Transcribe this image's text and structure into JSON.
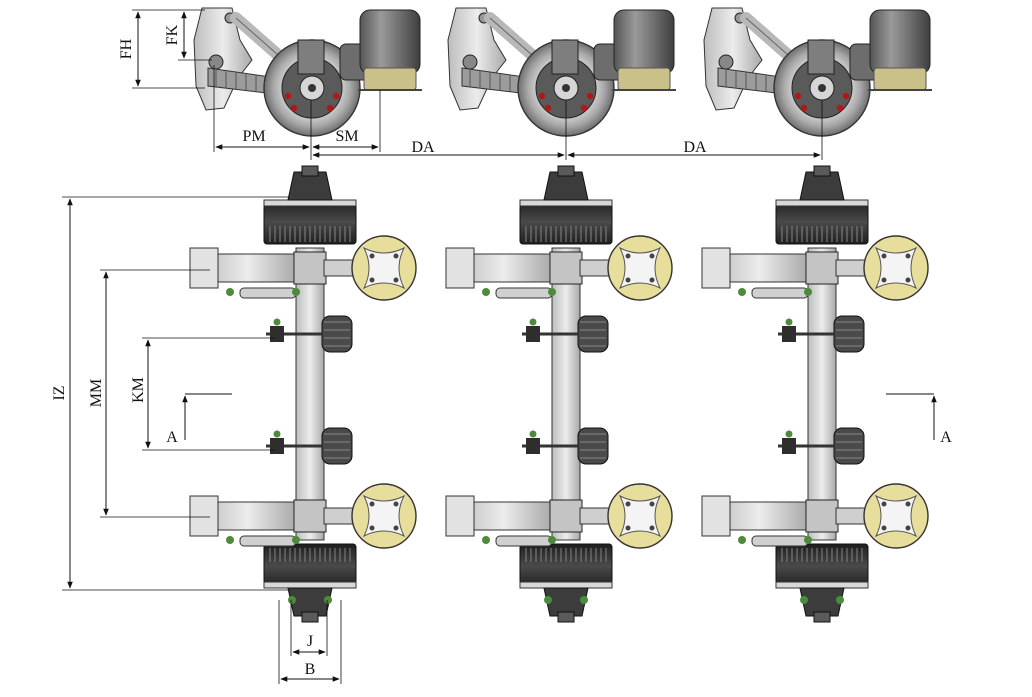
{
  "diagram": {
    "dimension_labels": {
      "fh": "FH",
      "fk": "FK",
      "pm": "PM",
      "sm": "SM",
      "da_1": "DA",
      "da_2": "DA",
      "iz": "IZ",
      "mm": "MM",
      "km": "KM",
      "a_left": "A",
      "a_right": "A",
      "j": "J",
      "b": "B"
    },
    "colors": {
      "line": "#111111",
      "steel": "#cfcfcf",
      "steel_dark": "#8a8a8a",
      "drum": "#2b2b2b",
      "rubber": "#3a3a3a",
      "bellows_bottom": "#c9c08a",
      "flange": "#e7de9c",
      "hub_green": "#4c8b3a",
      "accent_red": "#b01818"
    }
  }
}
